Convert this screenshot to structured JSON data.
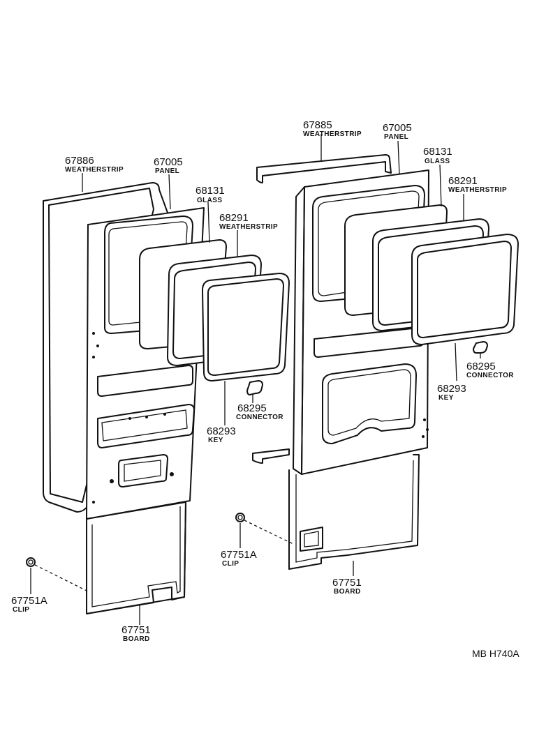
{
  "left_door": {
    "weatherstrip_outer": {
      "number": "67886",
      "name": "WEATHERSTRIP"
    },
    "panel": {
      "number": "67005",
      "name": "PANEL"
    },
    "glass": {
      "number": "68131",
      "name": "GLASS"
    },
    "weatherstrip_glass": {
      "number": "68291",
      "name": "WEATHERSTRIP"
    },
    "connector": {
      "number": "68295",
      "name": "CONNECTOR"
    },
    "key": {
      "number": "68293",
      "name": "KEY"
    },
    "clip": {
      "number": "67751A",
      "name": "CLIP"
    },
    "board": {
      "number": "67751",
      "name": "BOARD"
    }
  },
  "right_door": {
    "weatherstrip_top": {
      "number": "67885",
      "name": "WEATHERSTRIP"
    },
    "panel": {
      "number": "67005",
      "name": "PANEL"
    },
    "glass": {
      "number": "68131",
      "name": "GLASS"
    },
    "weatherstrip_glass": {
      "number": "68291",
      "name": "WEATHERSTRIP"
    },
    "connector": {
      "number": "68295",
      "name": "CONNECTOR"
    },
    "key": {
      "number": "68293",
      "name": "KEY"
    },
    "clip": {
      "number": "67751A",
      "name": "CLIP"
    },
    "board": {
      "number": "67751",
      "name": "BOARD"
    }
  },
  "drawing_code": "MB H740A"
}
